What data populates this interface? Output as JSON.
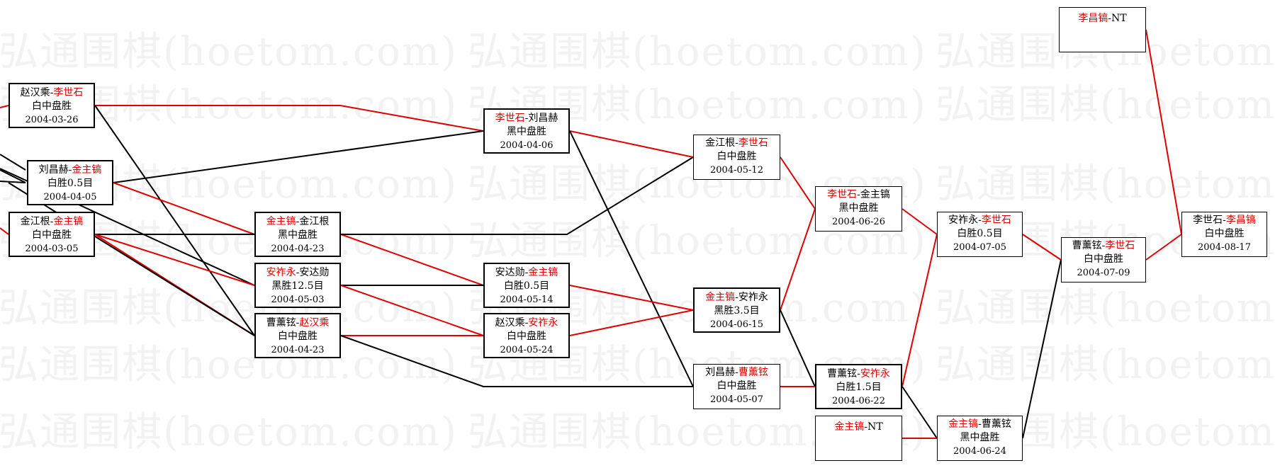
{
  "watermark": {
    "text": "弘通围棋(hoetom.com)"
  },
  "matches": {
    "m1": {
      "a": "赵汉乘",
      "sep": "-",
      "b": "李世石",
      "winner": "b",
      "result": "白中盘胜",
      "date": "2004-03-26"
    },
    "m2": {
      "a": "刘昌赫",
      "sep": "-",
      "b": "金主镐",
      "winner": "b",
      "result": "白胜0.5目",
      "date": "2004-04-05"
    },
    "m3": {
      "a": "金江根",
      "sep": "-",
      "b": "金主镐",
      "winner": "b",
      "result": "白中盘胜",
      "date": "2004-03-05"
    },
    "m4": {
      "a": "金主镐",
      "sep": "-",
      "b": "金江根",
      "winner": "a",
      "result": "黑中盘胜",
      "date": "2004-04-23"
    },
    "m5": {
      "a": "安祚永",
      "sep": "-",
      "b": "安达勋",
      "winner": "a",
      "result": "黑胜12.5目",
      "date": "2004-05-03"
    },
    "m6": {
      "a": "曹薰铉",
      "sep": "-",
      "b": "赵汉乘",
      "winner": "b",
      "result": "白中盘胜",
      "date": "2004-04-23"
    },
    "m7": {
      "a": "李世石",
      "sep": "-",
      "b": "刘昌赫",
      "winner": "a",
      "result": "黑中盘胜",
      "date": "2004-04-06"
    },
    "m8": {
      "a": "安达勋",
      "sep": "-",
      "b": "金主镐",
      "winner": "b",
      "result": "白胜0.5目",
      "date": "2004-05-14"
    },
    "m9": {
      "a": "赵汉乘",
      "sep": "-",
      "b": "安祚永",
      "winner": "b",
      "result": "白中盘胜",
      "date": "2004-05-24"
    },
    "m10": {
      "a": "金江根",
      "sep": "-",
      "b": "李世石",
      "winner": "b",
      "result": "白中盘胜",
      "date": "2004-05-12"
    },
    "m11": {
      "a": "金主镐",
      "sep": "-",
      "b": "安祚永",
      "winner": "a",
      "result": "黑胜3.5目",
      "date": "2004-06-15"
    },
    "m12": {
      "a": "刘昌赫",
      "sep": "-",
      "b": "曹薰铉",
      "winner": "b",
      "result": "白中盘胜",
      "date": "2004-05-07"
    },
    "m13": {
      "a": "李世石",
      "sep": "-",
      "b": "金主镐",
      "winner": "a",
      "result": "黑中盘胜",
      "date": "2004-06-26"
    },
    "m14": {
      "a": "曹薰铉",
      "sep": "-",
      "b": "安祚永",
      "winner": "b",
      "result": "白胜1.5目",
      "date": "2004-06-22"
    },
    "m15": {
      "a": "金主镐",
      "sep": "-",
      "b": "NT",
      "winner": "a",
      "result": "",
      "date": ""
    },
    "m16": {
      "a": "安祚永",
      "sep": "-",
      "b": "李世石",
      "winner": "b",
      "result": "白胜0.5目",
      "date": "2004-07-05"
    },
    "m17": {
      "a": "金主镐",
      "sep": "-",
      "b": "曹薰铉",
      "winner": "a",
      "result": "黑中盘胜",
      "date": "2004-06-24"
    },
    "m18": {
      "a": "曹薰铉",
      "sep": "-",
      "b": "李世石",
      "winner": "b",
      "result": "白中盘胜",
      "date": "2004-07-09"
    },
    "m19": {
      "a": "李昌镐",
      "sep": "-",
      "b": "NT",
      "winner": "a",
      "result": "",
      "date": ""
    },
    "m20": {
      "a": "李世石",
      "sep": "-",
      "b": "李昌镐",
      "winner": "b",
      "result": "白中盘胜",
      "date": "2004-08-17"
    }
  },
  "colors": {
    "winner": "#e00000",
    "win_line": "#e00000",
    "loss_line": "#000000"
  }
}
